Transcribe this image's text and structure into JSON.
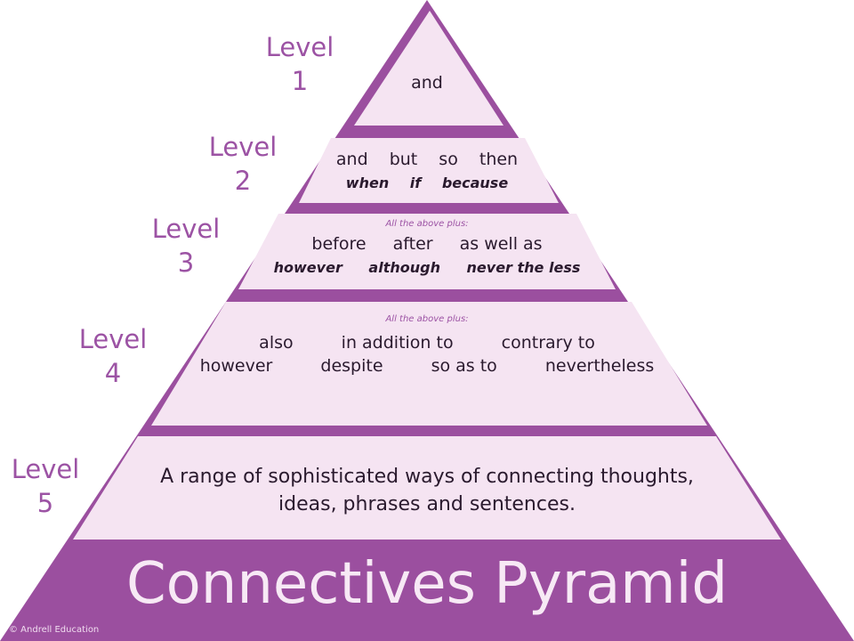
{
  "levels": [
    {
      "word": "Level",
      "num": "1"
    },
    {
      "word": "Level",
      "num": "2"
    },
    {
      "word": "Level",
      "num": "3"
    },
    {
      "word": "Level",
      "num": "4"
    },
    {
      "word": "Level",
      "num": "5"
    }
  ],
  "tier1": {
    "words": [
      "and"
    ]
  },
  "tier2": {
    "words": [
      "and",
      "but",
      "so",
      "then"
    ],
    "italic": [
      "when",
      "if",
      "because"
    ]
  },
  "tier3": {
    "note": "All the above plus:",
    "words": [
      "before",
      "after",
      "as well as"
    ],
    "italic": [
      "however",
      "although",
      "never the less"
    ]
  },
  "tier4": {
    "note": "All the above plus:",
    "row1": [
      "also",
      "in addition to",
      "contrary to"
    ],
    "row2": [
      "however",
      "despite",
      "so as to",
      "nevertheless"
    ]
  },
  "tier5": {
    "line1": "A range of sophisticated ways of connecting thoughts,",
    "line2": "ideas, phrases and sentences."
  },
  "title": "Connectives Pyramid",
  "copyright": "© Andrell Education",
  "colors": {
    "purple": "#9b4f9f",
    "tier_fill": "#f5e4f2",
    "text": "#2a1a2e"
  }
}
